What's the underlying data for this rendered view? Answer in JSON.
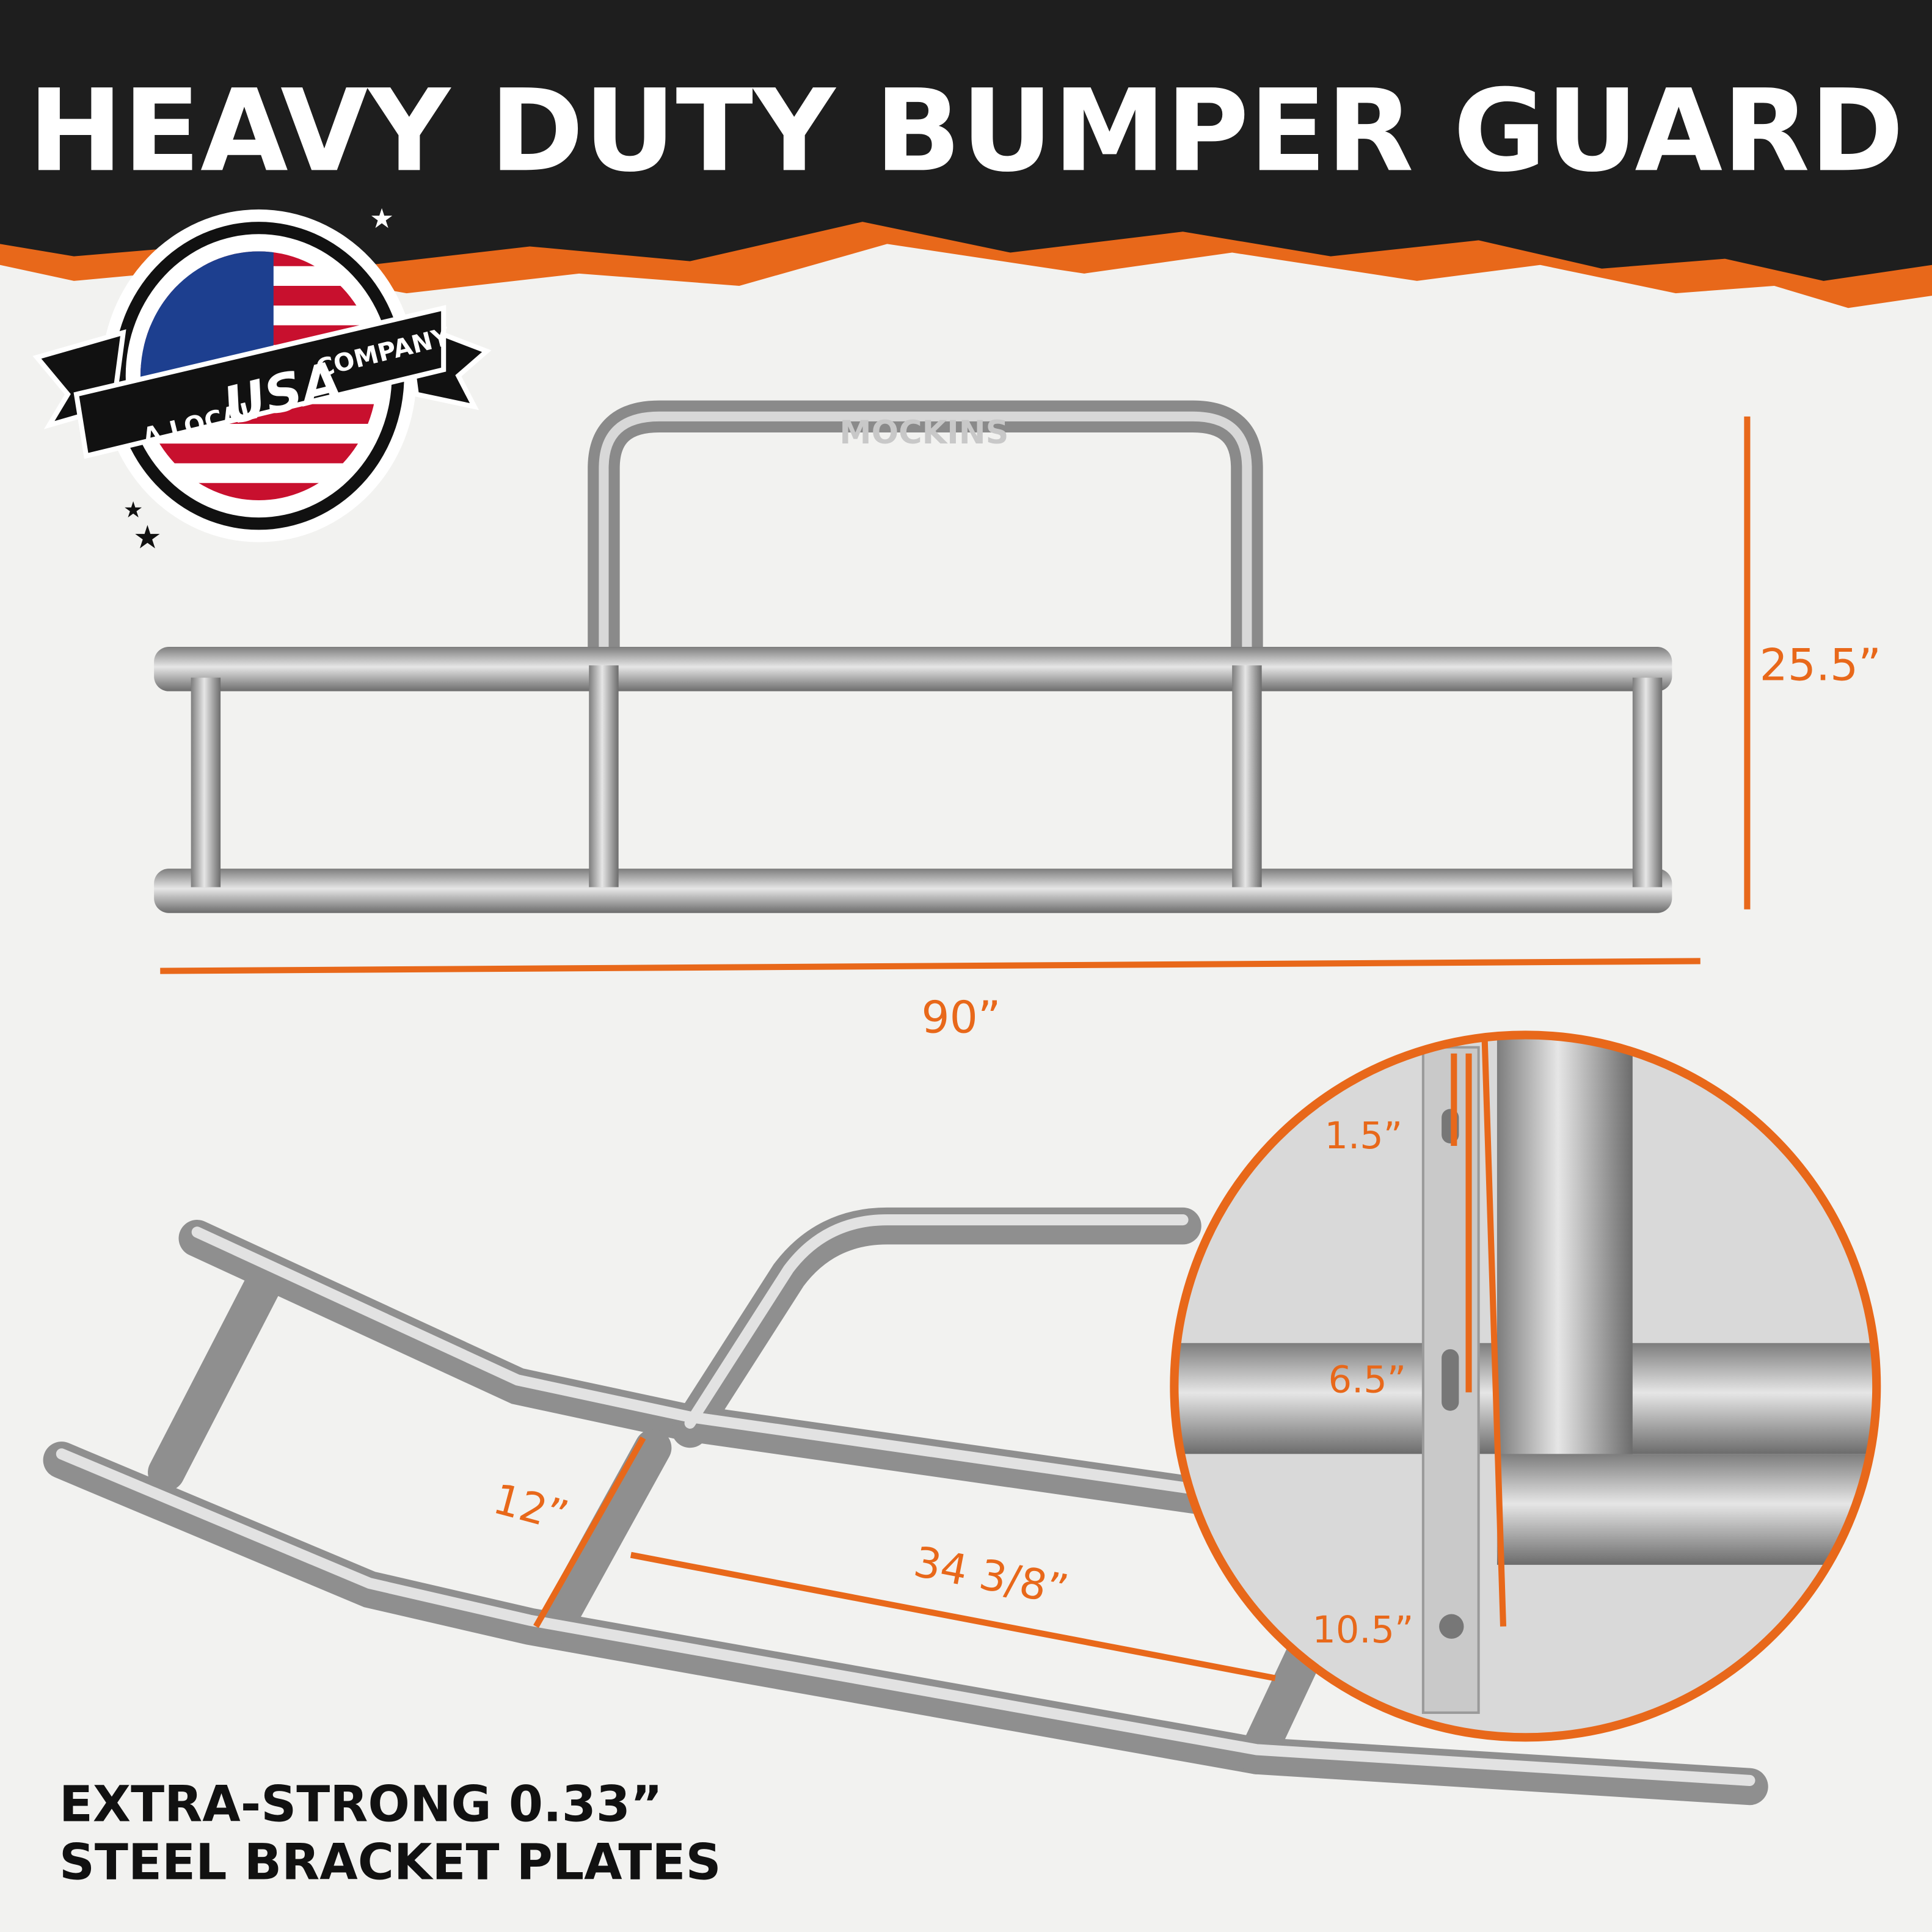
{
  "header": {
    "title": "HEAVY DUTY BUMPER GUARD"
  },
  "badge": {
    "prefix": "A LOCAL",
    "highlight": "USA",
    "suffix": "COMPANY",
    "icon": "usa-flag-icon"
  },
  "product": {
    "brand": "MOCKINS"
  },
  "dimensions": {
    "height": "25.5”",
    "width": "90”",
    "hole_1": "1.5”",
    "hole_2": "6.5”",
    "hole_3": "10.5”",
    "bracket_height": "12”",
    "bracket_span": "34 3/8”"
  },
  "caption": {
    "line1": "EXTRA-STRONG 0.33”",
    "line2": "STEEL BRACKET PLATES"
  },
  "colors": {
    "accent": "#e8681a",
    "header_bg": "#1e1e1e",
    "background": "#f2f2f0",
    "steel": "#a9a9a9"
  }
}
